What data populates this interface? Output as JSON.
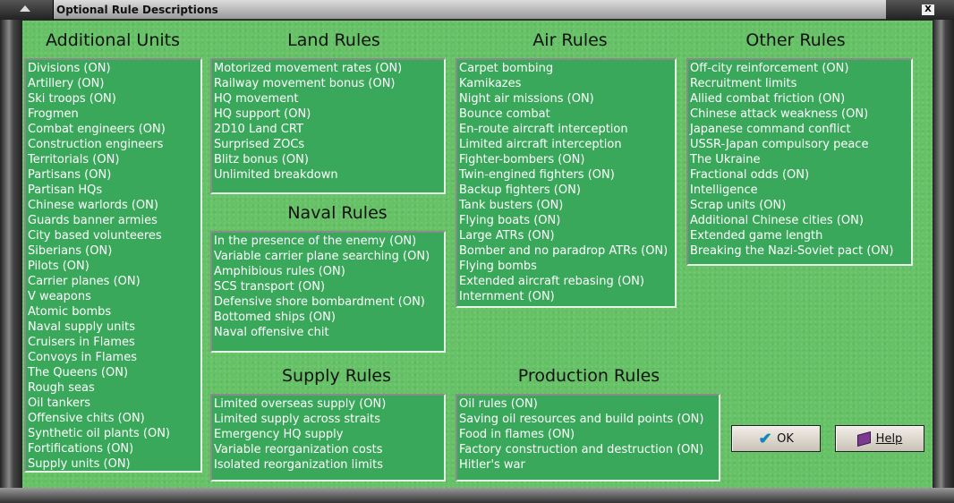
{
  "window": {
    "title": "Optional Rule Descriptions",
    "close_label": "X"
  },
  "sections": {
    "additional_units": {
      "title": "Additional Units",
      "items": [
        "Divisions (ON)",
        "Artillery (ON)",
        "Ski troops (ON)",
        "Frogmen",
        "Combat engineers (ON)",
        "Construction engineers",
        "Territorials (ON)",
        "Partisans (ON)",
        "Partisan HQs",
        "Chinese warlords (ON)",
        "Guards banner armies",
        "City based volunteeres",
        "Siberians (ON)",
        "Pilots (ON)",
        "Carrier planes (ON)",
        "V weapons",
        "Atomic bombs",
        "Naval supply units",
        "Cruisers in Flames",
        "Convoys in Flames",
        "The Queens (ON)",
        "Rough seas",
        "Oil tankers",
        "Offensive chits (ON)",
        "Synthetic oil plants (ON)",
        "Fortifications (ON)",
        "Supply units (ON)"
      ]
    },
    "land": {
      "title": "Land Rules",
      "items": [
        "Motorized movement rates (ON)",
        "Railway movement bonus (ON)",
        "HQ movement",
        "HQ support (ON)",
        "2D10 Land CRT",
        "Surprised ZOCs",
        "Blitz bonus (ON)",
        "Unlimited breakdown"
      ]
    },
    "naval": {
      "title": "Naval Rules",
      "items": [
        "In the presence of the enemy (ON)",
        "Variable carrier plane searching (ON)",
        "Amphibious rules (ON)",
        "SCS transport (ON)",
        "Defensive shore bombardment (ON)",
        "Bottomed ships (ON)",
        "Naval offensive chit"
      ]
    },
    "supply": {
      "title": "Supply Rules",
      "items": [
        "Limited overseas supply (ON)",
        "Limited supply across straits",
        "Emergency HQ supply",
        "Variable reorganization costs",
        "Isolated reorganization limits"
      ]
    },
    "air": {
      "title": "Air Rules",
      "items": [
        "Carpet bombing",
        "Kamikazes",
        "Night air missions (ON)",
        "Bounce combat",
        "En-route aircraft interception",
        "Limited aircraft interception",
        "Fighter-bombers (ON)",
        "Twin-engined fighters (ON)",
        "Backup fighters (ON)",
        "Tank busters (ON)",
        "Flying boats (ON)",
        "Large ATRs (ON)",
        "Bomber and no paradrop ATRs (ON)",
        "Flying bombs",
        "Extended aircraft rebasing (ON)",
        "Internment (ON)"
      ]
    },
    "production": {
      "title": "Production Rules",
      "items": [
        "Oil rules (ON)",
        "Saving oil resources and build points (ON)",
        "Food in flames (ON)",
        "Factory construction and destruction (ON)",
        "Hitler's war"
      ]
    },
    "other": {
      "title": "Other Rules",
      "items": [
        "Off-city reinforcement (ON)",
        "Recruitment limits",
        "Allied combat friction (ON)",
        "Chinese attack weakness (ON)",
        "Japanese command conflict",
        "USSR-Japan compulsory peace",
        "The Ukraine",
        "Fractional odds (ON)",
        "Intelligence",
        "Scrap units (ON)",
        "Additional Chinese cities (ON)",
        "Extended game length",
        "Breaking the Nazi-Soviet pact (ON)"
      ]
    }
  },
  "buttons": {
    "ok": "OK",
    "help": "Help"
  }
}
